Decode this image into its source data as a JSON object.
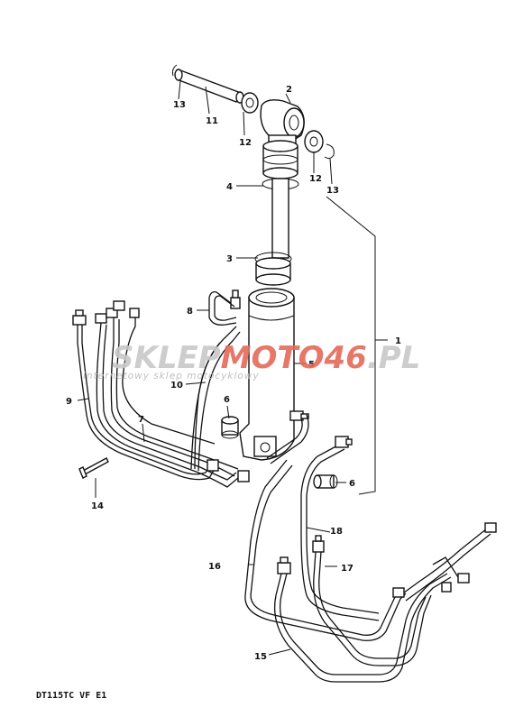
{
  "watermark": {
    "brand_a": "SKLEP",
    "brand_b": "MOTO",
    "brand_c": "46",
    "brand_d": ".PL",
    "tagline": "internetowy sklep motocyklowy",
    "color_gray": "#c8c8c8",
    "color_red": "#e46a5a"
  },
  "footer": {
    "code": "DT115TC VF E1"
  },
  "labels": {
    "p1": "1",
    "p2": "2",
    "p3": "3",
    "p4": "4",
    "p5": "5",
    "p6a": "6",
    "p6b": "6",
    "p7": "7",
    "p8": "8",
    "p9": "9",
    "p10": "10",
    "p11": "11",
    "p12a": "12",
    "p12b": "12",
    "p13a": "13",
    "p13b": "13",
    "p14": "14",
    "p15": "15",
    "p16": "16",
    "p17": "17",
    "p18": "18"
  }
}
